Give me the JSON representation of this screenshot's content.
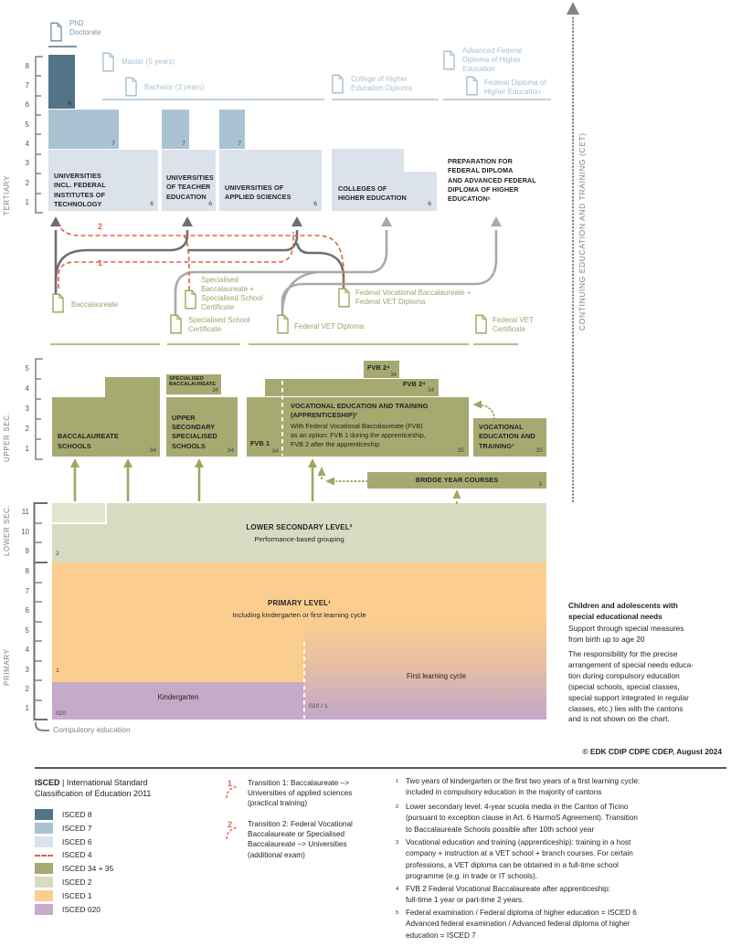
{
  "axis": {
    "tertiary_label": "TERTIARY",
    "upper_sec_label": "UPPER SEC.",
    "lower_sec_label": "LOWER SEC.",
    "primary_label": "PRIMARY",
    "compulsory_label": "Compulsory education",
    "tertiary_ticks": [
      "8",
      "7",
      "6",
      "5",
      "4",
      "3",
      "2",
      "1"
    ],
    "upper_sec_ticks": [
      "5",
      "4",
      "3",
      "2",
      "1"
    ],
    "lower_sec_ticks": [
      "11",
      "10",
      "9"
    ],
    "primary_ticks": [
      "8",
      "7",
      "6",
      "5",
      "4",
      "3",
      "2",
      "1"
    ]
  },
  "cet_label": "CONTINUING EDUCATION AND TRAINING (CET)",
  "diplomas": {
    "phd": "PhD\nDoctorate",
    "master": "Master (5 years)",
    "bachelor": "Bachelor (3 years)",
    "college": "College of Higher\nEducation Diploma",
    "advanced_federal": "Advanced Federal\nDiploma of Higher\nEducation",
    "federal": "Federal Diploma of\nHigher Education"
  },
  "tertiary": {
    "universities": {
      "title": "UNIVERSITIES\nINCL. FEDERAL\nINSTITUTES OF\nTECHNOLOGY",
      "isced6": "6",
      "isced7": "7",
      "isced8": "8"
    },
    "teacher_education": {
      "title": "UNIVERSITIES\nOF TEACHER\nEDUCATION",
      "isced6": "6",
      "isced7": "7"
    },
    "applied_sciences": {
      "title": "UNIVERSITIES OF\nAPPLIED SCIENCES",
      "isced6": "6",
      "isced7": "7"
    },
    "colleges": {
      "title": "COLLEGES OF\nHIGHER EDUCATION",
      "isced6": "6"
    },
    "preparation": {
      "title": "PREPARATION FOR\nFEDERAL DIPLOMA\nAND ADVANCED FEDERAL\nDIPLOMA OF HIGHER\nEDUCATION⁵"
    }
  },
  "transition_marks": {
    "t1": "1",
    "t2": "2"
  },
  "certificates": {
    "baccalaureate": "Baccalaureate",
    "specialised_baccalaureate": "Specialised\nBaccalaureate +\nSpecialised School\nCertificate",
    "specialised_school": "Specialised School\nCertificate",
    "fvb_plus_vet": "Federal Vocational Baccalaureate +\nFederal VET Diploma",
    "federal_vet_diploma": "Federal VET Diploma",
    "federal_vet_certificate": "Federal VET\nCertificate"
  },
  "upper_secondary": {
    "baccalaureate_schools": {
      "title": "BACCALAUREATE\nSCHOOLS",
      "code": "34"
    },
    "specialised_baccalaureate_box": {
      "title": "SPECIALISED\nBACCALAUREATE",
      "code": "34"
    },
    "specialised_schools": {
      "title": "UPPER\nSECONDARY\nSPECIALISED\nSCHOOLS",
      "code": "34"
    },
    "fvb1": {
      "title": "FVB 1",
      "code": "34"
    },
    "fvb2_top": {
      "title": "FVB 2⁴",
      "code": "34"
    },
    "fvb2_mid": {
      "title": "FVB 2⁴",
      "code": "34"
    },
    "vet": {
      "title": "VOCATIONAL EDUCATION AND TRAINING\n(APPRENTICESHIP)³",
      "body": "With Federal Vocational Baccalaureate (FVB)\nas an option: FVB 1 during the apprenticeship,\nFVB 2 after the apprenticeship",
      "code": "35"
    },
    "vet_school_based": {
      "title": "VOCATIONAL\nEDUCATION AND\nTRAINING³",
      "code": "35"
    },
    "bridge_year": {
      "title": "BRIDGE YEAR COURSES",
      "code": "3"
    }
  },
  "lower_secondary": {
    "title": "LOWER SECONDARY LEVEL²",
    "subtitle": "Performance-based grouping",
    "code": "2"
  },
  "primary": {
    "title": "PRIMARY LEVEL¹",
    "subtitle": "Including kindergarten or first learning cycle",
    "code": "1",
    "kindergarten_label": "Kindergarten",
    "kindergarten_code": "020",
    "first_learning_cycle_label": "First learning cycle",
    "first_learning_cycle_code": "020 / 1"
  },
  "special_needs": {
    "title": "Children and adolescents with\nspecial educational needs",
    "intro": "Support through special measures\nfrom birth up to age 20",
    "body": "The responsibility for the precise\narrangement of special needs educa-\ntion during compulsory education\n(special schools, special classes,\nspecial support integrated in regular\nclasses, etc.) lies with the cantons\nand is not shown on the chart."
  },
  "copyright": "© EDK CDIP CDPE CDEP, August 2024",
  "legend": {
    "title_bold": "ISCED",
    "title_line1_rest": " | International Standard",
    "title_line2": "Classification of Education 2011",
    "items": [
      {
        "label": "ISCED 8",
        "color": "#527486"
      },
      {
        "label": "ISCED 7",
        "color": "#aac3d2"
      },
      {
        "label": "ISCED 6",
        "color": "#dbe2eb"
      },
      {
        "label": "ISCED 4",
        "color": "#e5604d"
      },
      {
        "label": "ISCED 34 + 35",
        "color": "#a6aa70"
      },
      {
        "label": "ISCED 2",
        "color": "#d6dcc2"
      },
      {
        "label": "ISCED 1",
        "color": "#fbce90"
      },
      {
        "label": "ISCED 020",
        "color": "#c5abc8"
      }
    ]
  },
  "transitions_legend": [
    {
      "num": "1",
      "text": "Transition 1: Baccalaureate –>\nUniversities of applied sciences\n(practical training)"
    },
    {
      "num": "2",
      "text": "Transition 2: Federal Vocational\nBaccalaureate or Specialised\nBaccalaureate –> Universities\n(additional exam)"
    }
  ],
  "footnotes": [
    {
      "num": "1",
      "text": "Two years of kindergarten or the first two years of a first learning cycle:\nincluded in compulsory education in the majority of cantons"
    },
    {
      "num": "2",
      "text": "Lower secondary level: 4-year scuola media in the Canton of Ticino\n(pursuant to exception clause in Art. 6 HarmoS Agreement). Transition\nto Baccalaureate Schools possible after 10th school year"
    },
    {
      "num": "3",
      "text": "Vocational education and training (apprenticeship): training in a host\ncompany + instruction at a VET school + branch courses. For certain\nprofessions, a VET diploma can be obtained in a full-time school\nprogramme (e.g. in trade or IT schools)."
    },
    {
      "num": "4",
      "text": "FVB 2 Federal Vocational Baccalaureate after apprenticeship:\nfull-time 1 year or part-time 2 years."
    },
    {
      "num": "5",
      "text": "Federal examination / Federal diploma of higher education = ISCED 6\nAdvanced federal examination / Advanced federal diploma of higher\neducation = ISCED 7"
    }
  ],
  "colors": {
    "isced8": "#527486",
    "isced7": "#aac3d2",
    "isced6": "#dbe2eb",
    "isced4": "#e5604d",
    "isced34_35": "#a6aa70",
    "isced2": "#d6dcc2",
    "isced1": "#fbce90",
    "isced020": "#c5abc8",
    "arrow_dark": "#6d6e71",
    "arrow_light": "#a7a9ac",
    "certificate_green": "#a2a661",
    "diploma_blue": "#a9c2d3",
    "text_gray": "#808285"
  }
}
